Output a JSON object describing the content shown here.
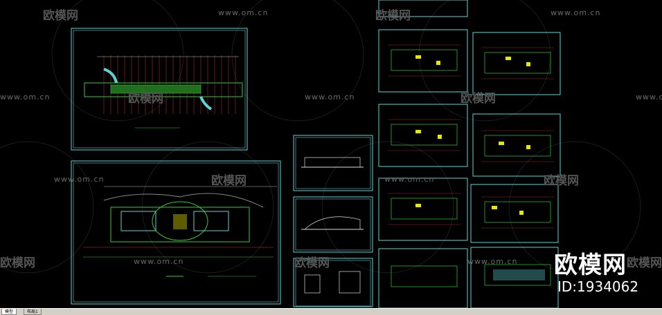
{
  "watermark": {
    "brand": "欧模网",
    "url": "www.om.cn"
  },
  "brand_big": "欧模网",
  "brand_id": "ID:1934062",
  "tabs": [
    {
      "label": "模型",
      "active": true
    },
    {
      "label": "布局1",
      "active": false
    }
  ],
  "colors": {
    "background": "#000000",
    "frame": "#5fd3d3",
    "linework": "#33cc33",
    "gridlines": "#cc3333",
    "highlight": "#e8e800",
    "tabbar": "#d4d0c8"
  }
}
